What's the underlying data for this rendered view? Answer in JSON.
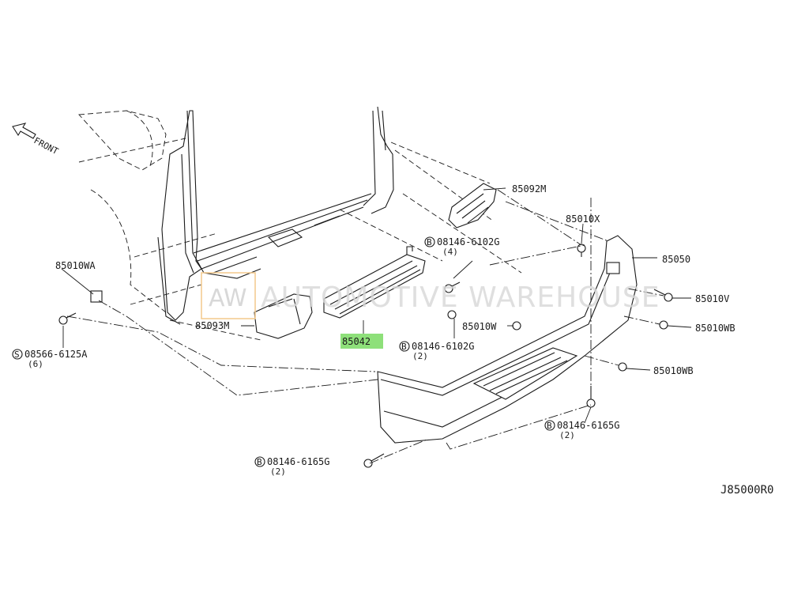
{
  "diagram": {
    "front_label": "FRONT",
    "reference_code": "J85000R0",
    "watermark": {
      "logo_text": "AW",
      "text": "AUTOMOTIVE WAREHOUSE"
    },
    "highlight_color": "#8ee07a",
    "labels": {
      "p85092M": "85092M",
      "p85010X": "85010X",
      "p85050": "85050",
      "p85010V": "85010V",
      "p85010WB_1": "85010WB",
      "p85010WB_2": "85010WB",
      "p08146_6102G_top": "08146-6102G",
      "q_top": "(4)",
      "p85010WA": "85010WA",
      "p85093M": "85093M",
      "p85042": "85042",
      "p85010W": "85010W",
      "p08146_6102G_mid": "08146-6102G",
      "q_mid": "(2)",
      "p08566_6125A": "08566-6125A",
      "q_08566": "(6)",
      "p08146_6165G_right": "08146-6165G",
      "q_right": "(2)",
      "p08146_6165G_bottom": "08146-6165G",
      "q_bottom": "(2)"
    },
    "symbols": {
      "bolt_prefix": "B",
      "screw_prefix": "S"
    }
  }
}
